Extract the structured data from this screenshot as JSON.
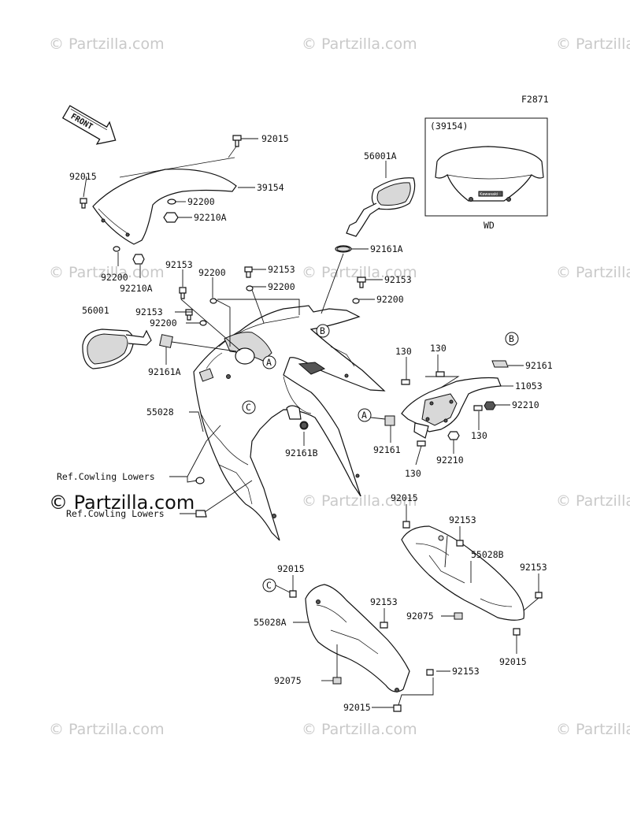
{
  "figure_id": "F2871",
  "front_label": "FRONT",
  "inset": {
    "title": "(39154)",
    "caption": "WD",
    "brand": "Kawasaki"
  },
  "watermark": {
    "text": "© Partzilla.com"
  },
  "callouts": {
    "A": "A",
    "B": "B",
    "C": "C"
  },
  "ref_label": "Ref.Cowling Lowers",
  "labels": {
    "p92015_top": "92015",
    "p92015_left": "92015",
    "p39154": "39154",
    "p92200_screen": "92200",
    "p92210A_screen": "92210A",
    "p92200_low": "92200",
    "p92210A_low": "92210A",
    "p56001A": "56001A",
    "p92161A_r": "92161A",
    "p92153_a": "92153",
    "p92200_a": "92200",
    "p92153_b": "92153",
    "p92200_b": "92200",
    "p92153_c": "92153",
    "p92200_c": "92200",
    "p92153_d": "92153",
    "p92200_d": "92200",
    "p56001": "56001",
    "p92161A_l": "92161A",
    "p55028": "55028",
    "p92161B": "92161B",
    "p130_a": "130",
    "p130_b": "130",
    "p92161_r": "92161",
    "p11053": "11053",
    "p92210_r": "92210",
    "p130_c": "130",
    "p92161_l": "92161",
    "p92210_l": "92210",
    "p130_d": "130",
    "p92015_b1": "92015",
    "p92153_b1": "92153",
    "p55028B": "55028B",
    "p92153_b2": "92153",
    "p92075_b": "92075",
    "p92015_b2": "92015",
    "p92015_c1": "92015",
    "p92153_c1": "92153",
    "p55028A": "55028A",
    "p92153_c2": "92153",
    "p92075_c": "92075",
    "p92015_c2": "92015"
  }
}
